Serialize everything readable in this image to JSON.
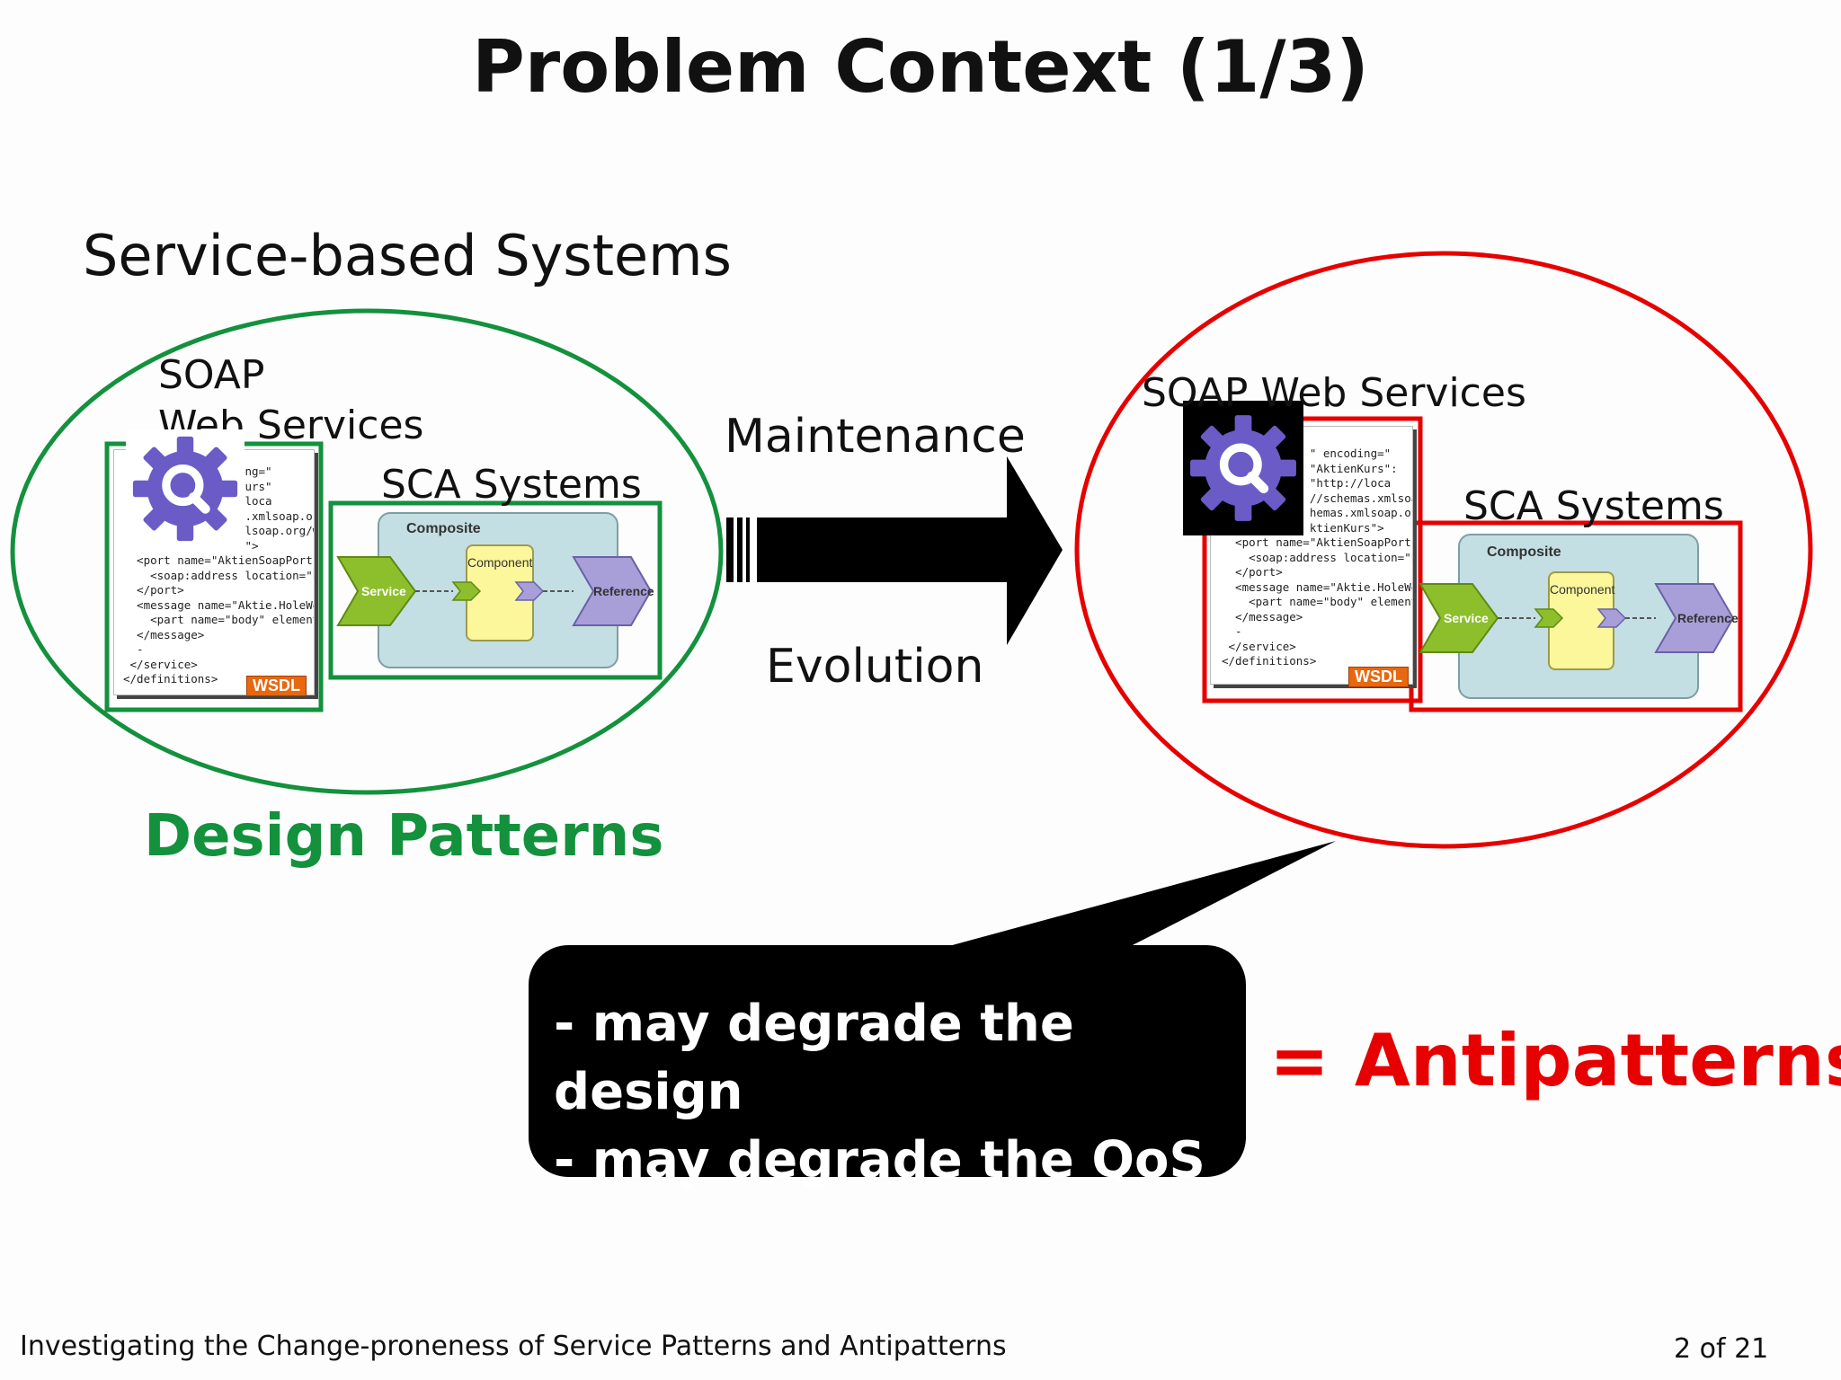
{
  "title": "Problem Context (1/3)",
  "section_label": "Service-based Systems",
  "left_group": {
    "soap_line1": "SOAP",
    "soap_line2": "Web Services",
    "sca_label": "SCA Systems",
    "caption": "Design Patterns",
    "color": "#13913d"
  },
  "right_group": {
    "soap_label": "SOAP Web Services",
    "sca_label": "SCA Systems",
    "color": "#e60000"
  },
  "arrow": {
    "top_label": "Maintenance",
    "bottom_label": "Evolution"
  },
  "wsdl_left_lines": [
    "                  ng=\"",
    "                  urs\"",
    "                  loca",
    "                  .xmlsoap.or",
    "                  lsoap.org/wsd",
    "                  \">",
    "  <port name=\"AktienSoapPort\" binding",
    "    <soap:address location=\"http://loc",
    "  </port>",
    "  <message name=\"Aktie.HoleWert\">",
    "    <part name=\"body\" element=\"xsd:Tra",
    "  </message>",
    "  -",
    " </service>",
    "</definitions>"
  ],
  "wsdl_right_lines": [
    "             \" encoding=\"",
    "             \"AktienKurs\":",
    "             \"http://loca",
    "             //schemas.xmlsoap.or",
    "             hemas.xmlsoap.org/wsd",
    "             ktienKurs\">",
    "  <port name=\"AktienSoapPort\" binding",
    "    <soap:address location=\"http://loc",
    "  </port>",
    "  <message name=\"Aktie.HoleWert\">",
    "    <part name=\"body\" element=\"xsd:Tra",
    "  </message>",
    "  -",
    " </service>",
    "</definitions>"
  ],
  "wsdl_badge": "WSDL",
  "sca_diagram": {
    "composite": "Composite",
    "component": "Component",
    "service": "Service",
    "reference": "Reference"
  },
  "callout": {
    "line1": "- may degrade the design",
    "line2": "- may degrade the QoS"
  },
  "antipatterns": "= Antipatterns",
  "footer": "Investigating the Change-proneness of Service Patterns and Antipatterns",
  "page_number": "2 of 21",
  "icons": [
    "gear-search-icon"
  ]
}
